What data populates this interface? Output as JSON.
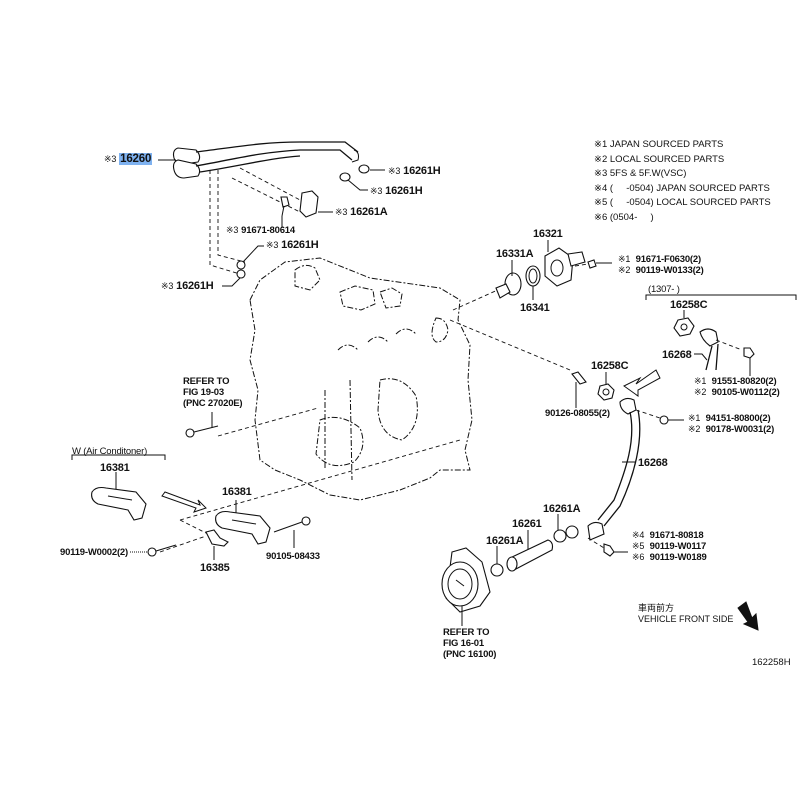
{
  "diagram": {
    "figure_number": "162258H",
    "highlight_color": "#7fb2f0",
    "legend": [
      {
        "mark": "※1",
        "text": "JAPAN SOURCED PARTS"
      },
      {
        "mark": "※2",
        "text": "LOCAL SOURCED PARTS"
      },
      {
        "mark": "※3",
        "text": "5FS & 5F.W(VSC)"
      },
      {
        "mark": "※4",
        "text": "(     -0504) JAPAN SOURCED PARTS"
      },
      {
        "mark": "※5",
        "text": "(     -0504) LOCAL SOURCED PARTS"
      },
      {
        "mark": "※6",
        "text": "(0504-     )"
      }
    ],
    "vehicle_front": {
      "jp": "車両前方",
      "en": "VEHICLE FRONT SIDE"
    },
    "callouts": {
      "p16260": {
        "mark": "※3",
        "part": "16260",
        "highlighted": true
      },
      "p16261H_a": {
        "mark": "※3",
        "part": "16261H"
      },
      "p16261H_b": {
        "mark": "※3",
        "part": "16261H"
      },
      "p16261A_top": {
        "mark": "※3",
        "part": "16261A"
      },
      "p91671_80614": {
        "mark": "※3",
        "part": "91671-80614"
      },
      "p16261H_c": {
        "mark": "※3",
        "part": "16261H"
      },
      "p16261H_d": {
        "mark": "※3",
        "part": "16261H"
      },
      "p16321": {
        "part": "16321"
      },
      "p16331A": {
        "part": "16331A"
      },
      "p16341": {
        "part": "16341"
      },
      "bolt_16321": [
        {
          "mark": "※1",
          "part": "91671-F0630(2)"
        },
        {
          "mark": "※2",
          "part": "90119-W0133(2)"
        }
      ],
      "bracket_1307": "(1307-      )",
      "p16258C_right": {
        "part": "16258C"
      },
      "p16268_right": {
        "part": "16268"
      },
      "bolt_16268_right": [
        {
          "mark": "※1",
          "part": "91551-80820(2)"
        },
        {
          "mark": "※2",
          "part": "90105-W0112(2)"
        }
      ],
      "p16258C": {
        "part": "16258C"
      },
      "p90126": {
        "part": "90126-08055(2)"
      },
      "nut_16268": [
        {
          "mark": "※1",
          "part": "94151-80800(2)"
        },
        {
          "mark": "※2",
          "part": "90178-W0031(2)"
        }
      ],
      "p16268": {
        "part": "16268"
      },
      "refer_19_03": [
        "REFER TO",
        "FIG 19-03",
        "(PNC 27020E)"
      ],
      "air_cond": "W (Air Conditoner)",
      "p16381_left": {
        "part": "16381"
      },
      "p16381": {
        "part": "16381"
      },
      "p90119_W0002": {
        "part": "90119-W0002(2)"
      },
      "p16385": {
        "part": "16385"
      },
      "p90105_08433": {
        "part": "90105-08433"
      },
      "p16261A_a": {
        "part": "16261A"
      },
      "p16261": {
        "part": "16261"
      },
      "p16261A_b": {
        "part": "16261A"
      },
      "bolt_bottom": [
        {
          "mark": "※4",
          "part": "91671-80818"
        },
        {
          "mark": "※5",
          "part": "90119-W0117"
        },
        {
          "mark": "※6",
          "part": "90119-W0189"
        }
      ],
      "refer_16_01": [
        "REFER TO",
        "FIG 16-01",
        "(PNC 16100)"
      ]
    }
  }
}
